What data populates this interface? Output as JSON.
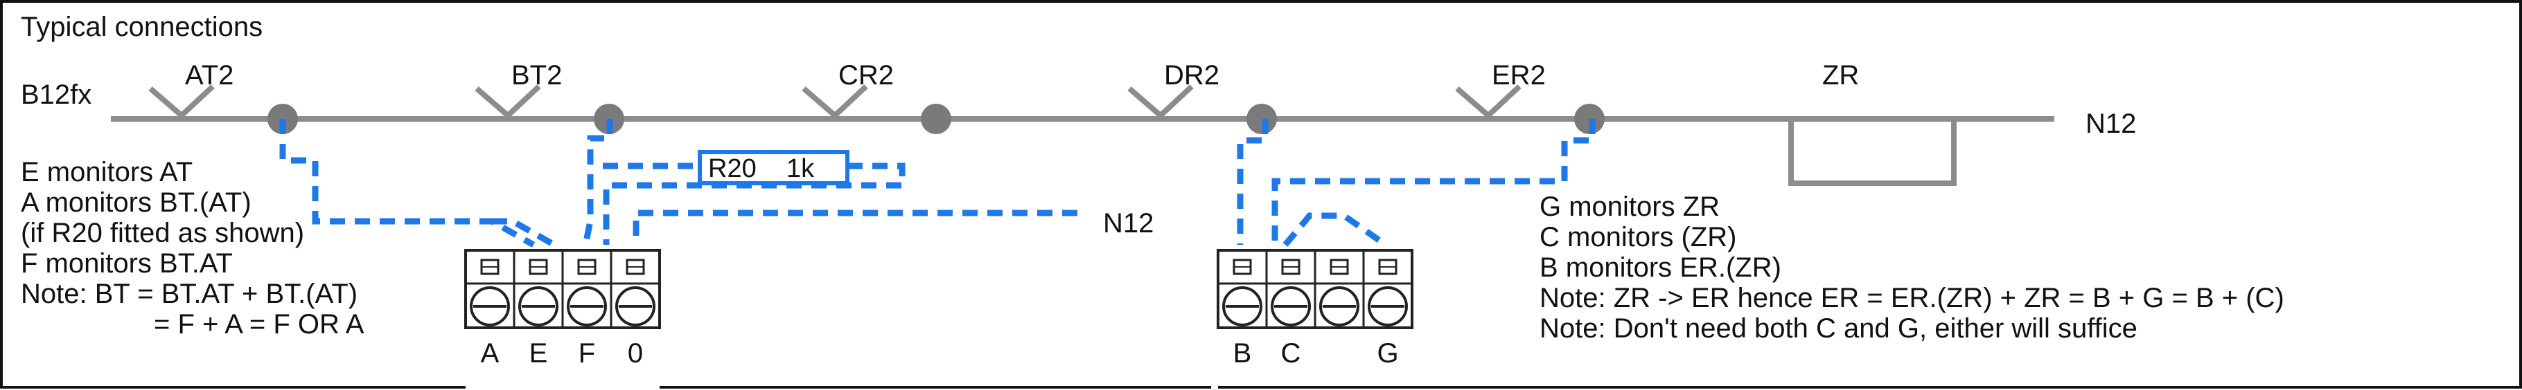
{
  "title": "Typical connections",
  "bus": {
    "left_label": "B12fx",
    "right_label": "N12",
    "taps": [
      {
        "label": "AT2",
        "has_node": true
      },
      {
        "label": "BT2",
        "has_node": true
      },
      {
        "label": "CR2",
        "has_node": true
      },
      {
        "label": "DR2",
        "has_node": true
      },
      {
        "label": "ER2",
        "has_node": true
      },
      {
        "label": "ZR",
        "has_node": false
      }
    ]
  },
  "resistor": {
    "name": "R20",
    "value": "1k"
  },
  "n12_branch_label": "N12",
  "left_notes": [
    "E monitors AT",
    "A monitors BT.(AT)",
    "(if R20 fitted as shown)",
    "F monitors BT.AT",
    "Note: BT = BT.AT + BT.(AT)",
    "= F + A = F OR A"
  ],
  "right_notes": [
    "G monitors ZR",
    "C monitors (ZR)",
    "B monitors ER.(ZR)",
    "Note: ZR -> ER hence ER = ER.(ZR) + ZR = B + G = B + (C)",
    "Note: Don't need both C and G, either will suffice"
  ],
  "left_block": {
    "terminals": [
      "A",
      "E",
      "F",
      "0"
    ]
  },
  "right_block": {
    "terminals": [
      "B",
      "C",
      "",
      "G"
    ]
  },
  "colors": {
    "wire": "#1f78e8",
    "bus": "#8c8c8c",
    "node": "#7a7a7a",
    "outline": "#111111",
    "block": "#222222"
  }
}
